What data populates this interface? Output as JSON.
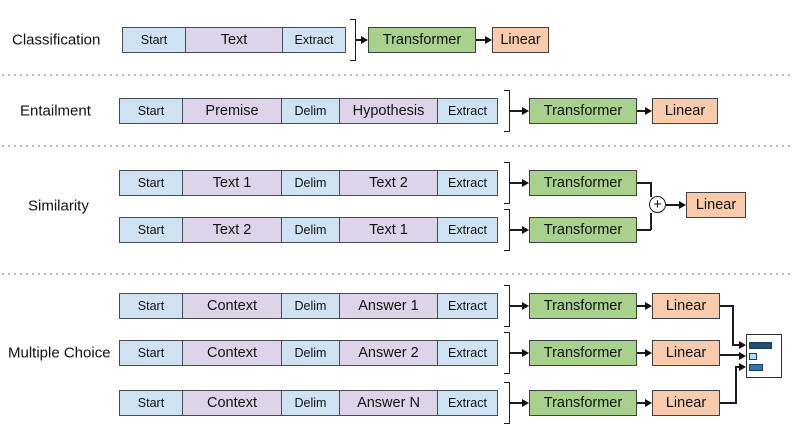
{
  "rows": [
    {
      "label": "Classification",
      "sequences": [
        [
          "Start",
          "Text",
          "Extract"
        ]
      ]
    },
    {
      "label": "Entailment",
      "sequences": [
        [
          "Start",
          "Premise",
          "Delim",
          "Hypothesis",
          "Extract"
        ]
      ]
    },
    {
      "label": "Similarity",
      "sequences": [
        [
          "Start",
          "Text 1",
          "Delim",
          "Text 2",
          "Extract"
        ],
        [
          "Start",
          "Text 2",
          "Delim",
          "Text 1",
          "Extract"
        ]
      ]
    },
    {
      "label": "Multiple Choice",
      "sequences": [
        [
          "Start",
          "Context",
          "Delim",
          "Answer 1",
          "Extract"
        ],
        [
          "Start",
          "Context",
          "Delim",
          "Answer 2",
          "Extract"
        ],
        [
          "Start",
          "Context",
          "Delim",
          "Answer N",
          "Extract"
        ]
      ]
    }
  ],
  "blocks": {
    "transformer": "Transformer",
    "linear": "Linear",
    "sum_operator": "+"
  },
  "colors": {
    "token_blue": "#cfe2f3",
    "token_purple": "#ddd4e9",
    "transformer_green": "#a9d18e",
    "linear_orange": "#f8cbad",
    "score_bar_dark": "#1f4e79",
    "score_bar_light": "#bdd7ee",
    "score_bar_medium": "#2e75b6"
  },
  "output_chart": {
    "type": "bar",
    "orientation": "horizontal",
    "relative_values": [
      1.0,
      0.35,
      0.6
    ]
  }
}
